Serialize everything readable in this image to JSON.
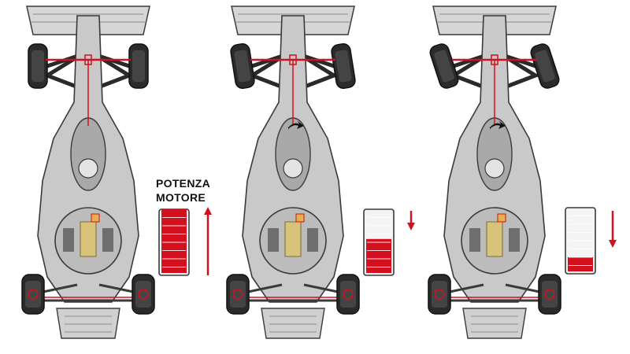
{
  "title_lines": [
    "POTENZA",
    "MOTORE"
  ],
  "colors": {
    "accent": "#d4101e",
    "body": "#c9c9c9",
    "dark": "#3a3a3a"
  },
  "panels": [
    {
      "id": "straight",
      "steering": "straight",
      "power_fraction": 1.0,
      "arrow": "up-long"
    },
    {
      "id": "slight-turn",
      "steering": "slight",
      "power_fraction": 0.55,
      "arrow": "down-short"
    },
    {
      "id": "full-turn",
      "steering": "full",
      "power_fraction": 0.25,
      "arrow": "down-long"
    }
  ]
}
